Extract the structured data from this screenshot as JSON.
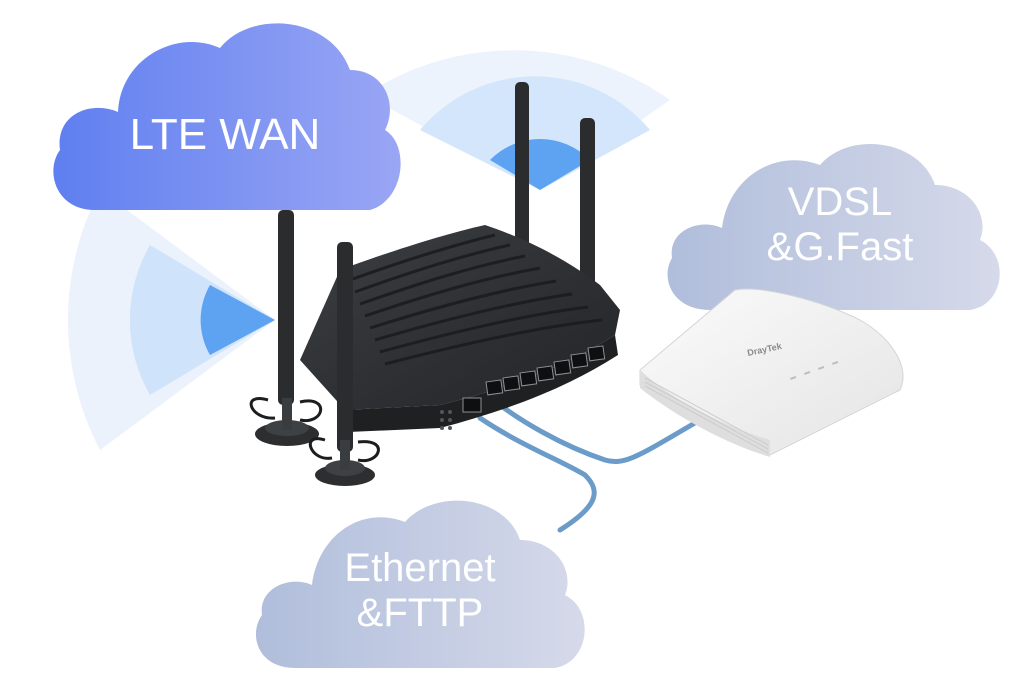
{
  "clouds": {
    "lte": {
      "lines": [
        "LTE WAN"
      ]
    },
    "vdsl": {
      "lines": [
        "VDSL",
        "&G.Fast"
      ]
    },
    "ethernet": {
      "lines": [
        "Ethernet",
        "&FTTP"
      ]
    }
  },
  "modem": {
    "brand": "DrayTek"
  },
  "colors": {
    "lte_cloud": "#6f86ee",
    "secondary_cloud": "#b8c4dc",
    "cable": "#6b9bc8",
    "router_body": "#2e3033",
    "modem_body": "#f2f2f2",
    "signal_wave": "#5b9ef0"
  }
}
